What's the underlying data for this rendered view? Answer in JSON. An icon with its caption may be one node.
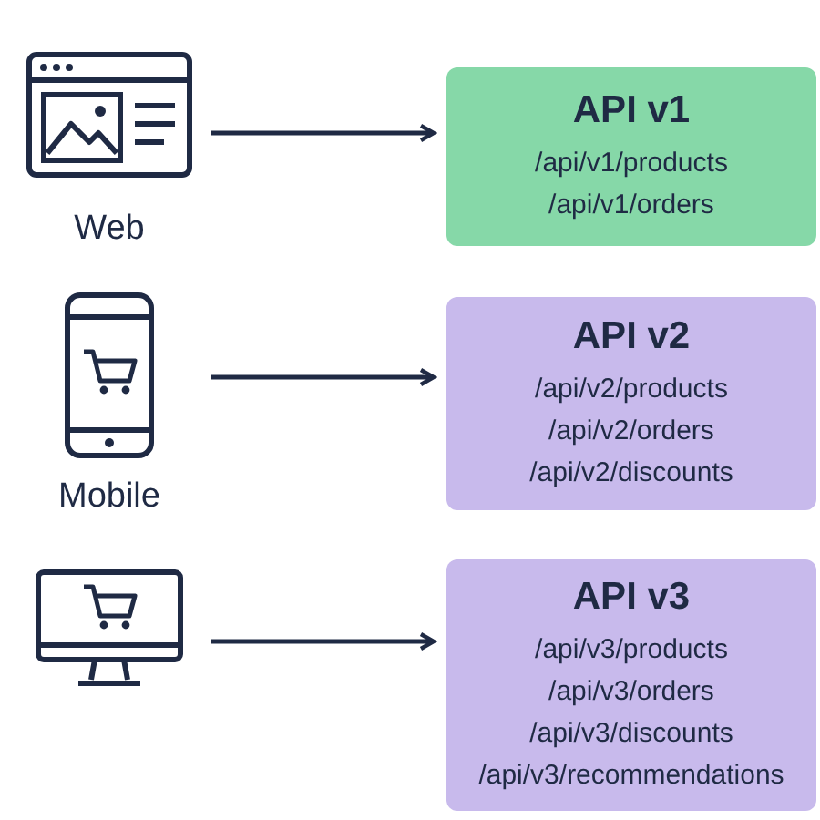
{
  "diagram": {
    "nodes": [
      {
        "text": [
          "Web"
        ]
      },
      {
        "text": [
          "Mobile"
        ]
      },
      {
        "text": [],
        "shape": "monitor"
      },
      {
        "text": [
          "API v1",
          "/api/v1/products",
          "/api/v1/orders"
        ]
      },
      {
        "text": [
          "API v2",
          "/api/v2/products",
          "/api/v2/orders",
          "/api/v2/discounts"
        ]
      },
      {
        "text": [
          "API v3",
          "/api/v3/products",
          "/api/v3/orders",
          "/api/v3/discounts",
          "/api/v3/recommendations"
        ]
      }
    ],
    "edges": [
      {
        "from": 0,
        "to": 3,
        "arrow": "to"
      },
      {
        "from": 1,
        "to": 4,
        "arrow": "to"
      },
      {
        "from": 2,
        "to": 5,
        "arrow": "to"
      }
    ]
  }
}
